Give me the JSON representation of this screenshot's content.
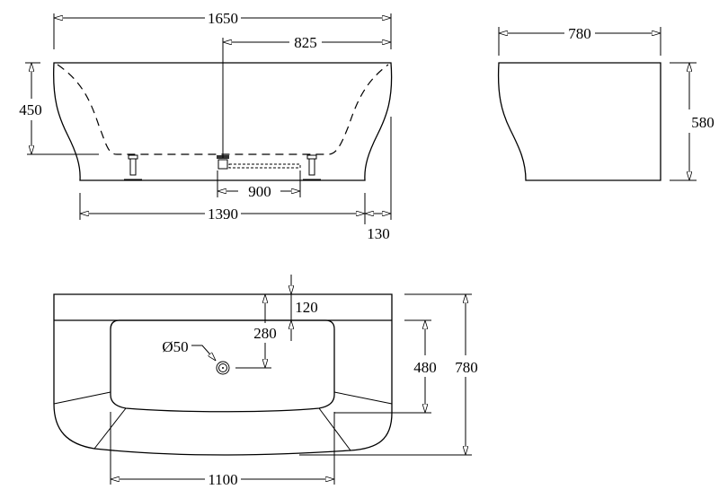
{
  "front_view": {
    "overall_length": "1650",
    "drain_offset": "825",
    "height": "450",
    "drain_spacing": "900",
    "base_length": "1390",
    "overhang": "130"
  },
  "side_view": {
    "width": "780",
    "height": "580"
  },
  "top_view": {
    "rim_width": "120",
    "drain_to_rim": "280",
    "drain_diameter": "Ø50",
    "basin_depth": "480",
    "overall_width": "780",
    "basin_length": "1100"
  },
  "colors": {
    "line": "#000000",
    "background": "#ffffff"
  }
}
